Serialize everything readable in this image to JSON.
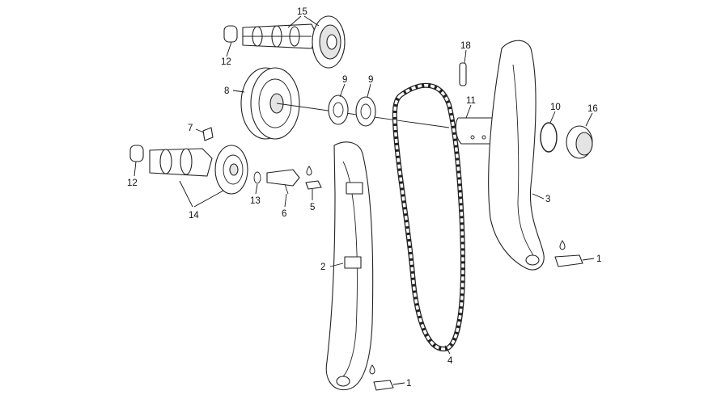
{
  "callouts": {
    "c1a": "1",
    "c1b": "1",
    "c2": "2",
    "c3": "3",
    "c4": "4",
    "c5": "5",
    "c6": "6",
    "c7": "7",
    "c8": "8",
    "c9a": "9",
    "c9b": "9",
    "c10": "10",
    "c11": "11",
    "c12a": "12",
    "c12b": "12",
    "c13": "13",
    "c14": "14",
    "c15": "15",
    "c16": "16",
    "c18": "18"
  },
  "colors": {
    "line": "#222222",
    "background": "#ffffff",
    "shade": "#e4e4e4"
  }
}
